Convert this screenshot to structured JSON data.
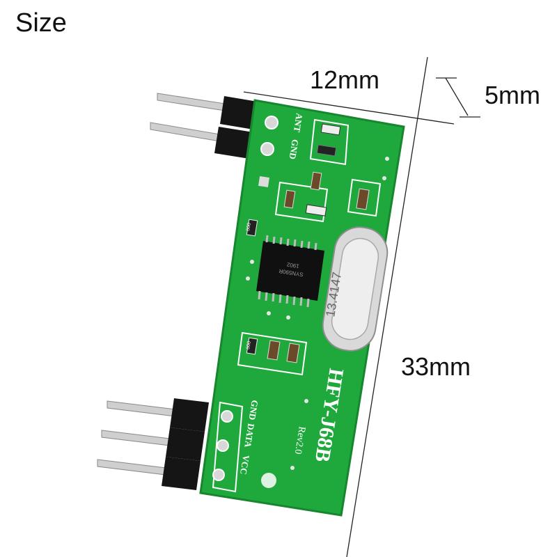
{
  "page": {
    "title": "Size"
  },
  "dimensions": {
    "width": "12mm",
    "thickness": "5mm",
    "height": "33mm"
  },
  "board": {
    "model": "HFY-J68B",
    "revision": "Rev2.0",
    "pins_top": [
      "ANT",
      "GND"
    ],
    "pins_bottom": [
      "GND",
      "DATA",
      "VCC"
    ],
    "chip_text": [
      "SYN590R",
      "1902"
    ],
    "crystal_text": "13.4147",
    "resistor_text": "000",
    "colors": {
      "pcb": "#1fa83c",
      "pcb_edge": "#17862f",
      "silkscreen": "#ffffff",
      "pin_metal": "#c8c8c8",
      "header_plastic": "#151515",
      "crystal": "#d9d9d9"
    }
  }
}
